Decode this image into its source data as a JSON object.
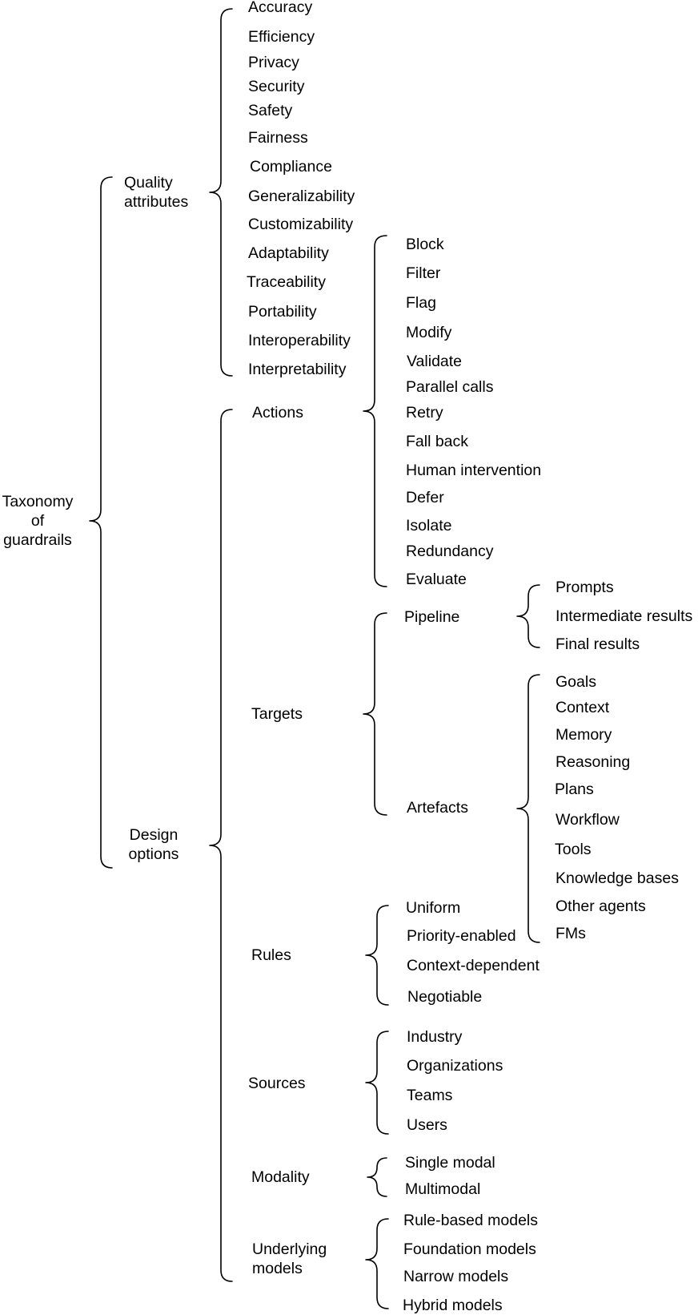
{
  "root": {
    "label_lines": [
      "Taxonomy",
      "of",
      "guardrails"
    ]
  },
  "level1": {
    "quality_attributes": [
      "Quality",
      "attributes"
    ],
    "design_options": [
      "Design",
      "options"
    ]
  },
  "quality_attributes": [
    "Accuracy",
    "Efficiency",
    "Privacy",
    "Security",
    "Safety",
    "Fairness",
    "Compliance",
    "Generalizability",
    "Customizability",
    "Adaptability",
    "Traceability",
    "Portability",
    "Interoperability",
    "Interpretability"
  ],
  "design_options": {
    "actions": "Actions",
    "targets": "Targets",
    "rules": "Rules",
    "sources": "Sources",
    "modality": "Modality",
    "underlying_models": [
      "Underlying",
      "models"
    ]
  },
  "actions": [
    "Block",
    "Filter",
    "Flag",
    "Modify",
    "Validate",
    "Parallel calls",
    "Retry",
    "Fall back",
    "Human intervention",
    "Defer",
    "Isolate",
    "Redundancy",
    "Evaluate"
  ],
  "targets": {
    "pipeline": "Pipeline",
    "artefacts": "Artefacts"
  },
  "pipeline": [
    "Prompts",
    "Intermediate results",
    "Final results"
  ],
  "artefacts": [
    "Goals",
    "Context",
    "Memory",
    "Reasoning",
    "Plans",
    "Workflow",
    "Tools",
    "Knowledge bases",
    "Other agents",
    "FMs"
  ],
  "rules": [
    "Uniform",
    "Priority-enabled",
    "Context-dependent",
    "Negotiable"
  ],
  "sources": [
    "Industry",
    "Organizations",
    "Teams",
    "Users"
  ],
  "modality": [
    "Single modal",
    "Multimodal"
  ],
  "underlying_models": [
    "Rule-based models",
    "Foundation models",
    "Narrow models",
    "Hybrid models"
  ]
}
